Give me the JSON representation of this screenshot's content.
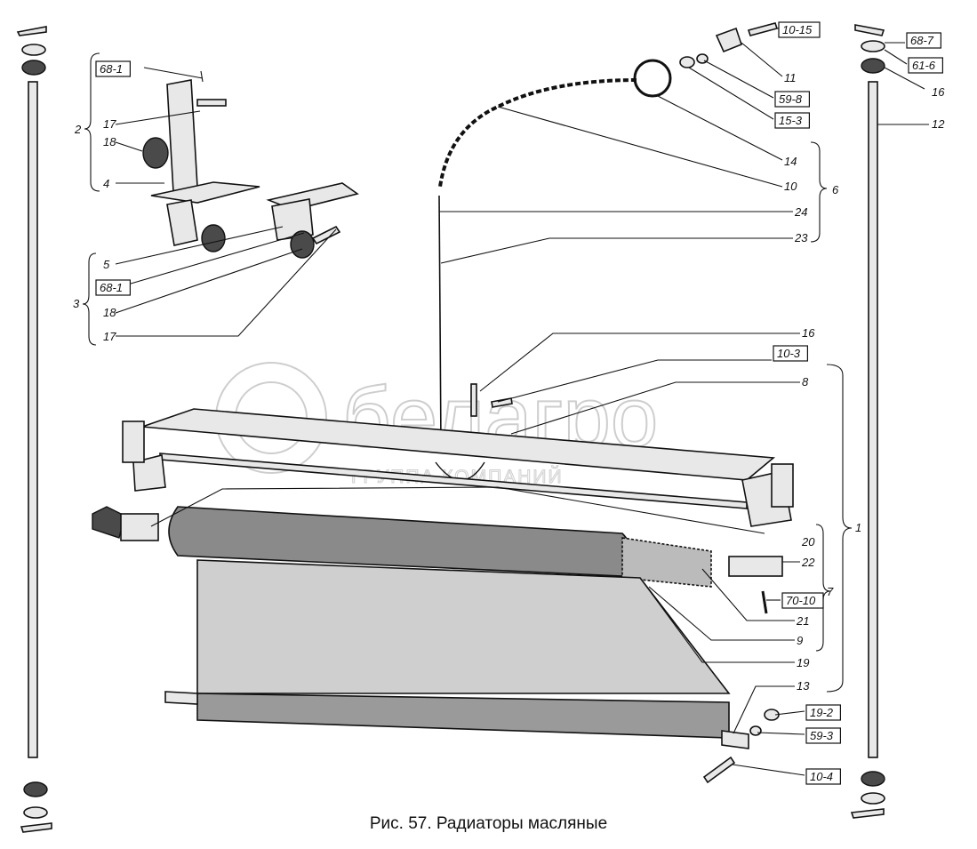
{
  "figure": {
    "caption": "Рис. 57. Радиаторы масляные",
    "watermark": {
      "brand": "белагро",
      "tagline": "ГРУППА КОМПАНИЙ"
    }
  },
  "labels": [
    {
      "id": "l68-7",
      "text": "68-7",
      "boxed": true
    },
    {
      "id": "l61-6",
      "text": "61-6",
      "boxed": true
    },
    {
      "id": "l16a",
      "text": "16",
      "boxed": false
    },
    {
      "id": "l12",
      "text": "12",
      "boxed": false
    },
    {
      "id": "l10-15",
      "text": "10-15",
      "boxed": true
    },
    {
      "id": "l11",
      "text": "11",
      "boxed": false
    },
    {
      "id": "l59-8",
      "text": "59-8",
      "boxed": true
    },
    {
      "id": "l15-3",
      "text": "15-3",
      "boxed": true
    },
    {
      "id": "l14",
      "text": "14",
      "boxed": false
    },
    {
      "id": "l10",
      "text": "10",
      "boxed": false
    },
    {
      "id": "l6",
      "text": "6",
      "boxed": false
    },
    {
      "id": "l24",
      "text": "24",
      "boxed": false
    },
    {
      "id": "l23",
      "text": "23",
      "boxed": false
    },
    {
      "id": "l68-1a",
      "text": "68-1",
      "boxed": true
    },
    {
      "id": "l2",
      "text": "2",
      "boxed": false
    },
    {
      "id": "l17a",
      "text": "17",
      "boxed": false
    },
    {
      "id": "l18a",
      "text": "18",
      "boxed": false
    },
    {
      "id": "l4",
      "text": "4",
      "boxed": false
    },
    {
      "id": "l5",
      "text": "5",
      "boxed": false
    },
    {
      "id": "l68-1b",
      "text": "68-1",
      "boxed": true
    },
    {
      "id": "l3",
      "text": "3",
      "boxed": false
    },
    {
      "id": "l18b",
      "text": "18",
      "boxed": false
    },
    {
      "id": "l17b",
      "text": "17",
      "boxed": false
    },
    {
      "id": "l16b",
      "text": "16",
      "boxed": false
    },
    {
      "id": "l10-3",
      "text": "10-3",
      "boxed": true
    },
    {
      "id": "l8",
      "text": "8",
      "boxed": false
    },
    {
      "id": "l1",
      "text": "1",
      "boxed": false
    },
    {
      "id": "l20",
      "text": "20",
      "boxed": false
    },
    {
      "id": "l22",
      "text": "22",
      "boxed": false
    },
    {
      "id": "l70-10",
      "text": "70-10",
      "boxed": true
    },
    {
      "id": "l7",
      "text": "7",
      "boxed": false
    },
    {
      "id": "l21",
      "text": "21",
      "boxed": false
    },
    {
      "id": "l9",
      "text": "9",
      "boxed": false
    },
    {
      "id": "l19",
      "text": "19",
      "boxed": false
    },
    {
      "id": "l13",
      "text": "13",
      "boxed": false
    },
    {
      "id": "l19-2",
      "text": "19-2",
      "boxed": true
    },
    {
      "id": "l59-3",
      "text": "59-3",
      "boxed": true
    },
    {
      "id": "l10-4",
      "text": "10-4",
      "boxed": true
    }
  ]
}
